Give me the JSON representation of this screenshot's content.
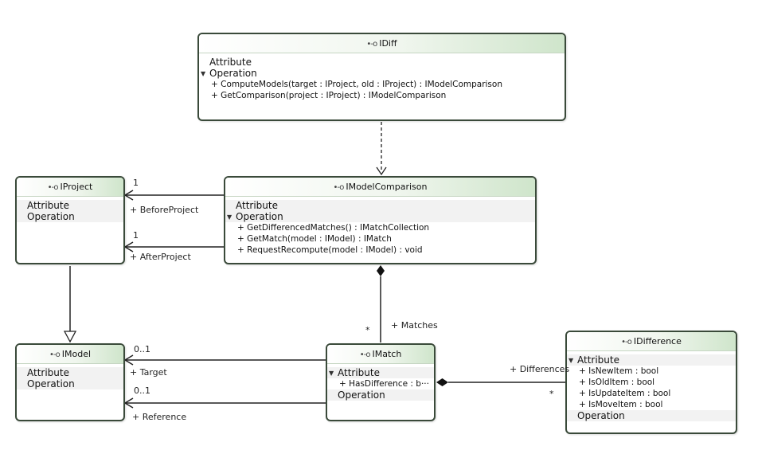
{
  "section_labels": {
    "attribute": "Attribute",
    "operation": "Operation"
  },
  "icon": "interface-icon",
  "classes": {
    "idiff": {
      "name": "IDiff",
      "operations": [
        "+ ComputeModels(target : IProject, old : IProject) : IModelComparison",
        "+ GetComparison(project : IProject) : IModelComparison"
      ]
    },
    "iproject": {
      "name": "IProject"
    },
    "imodelcomparison": {
      "name": "IModelComparison",
      "operations": [
        "+ GetDifferencedMatches() : IMatchCollection",
        "+ GetMatch(model : IModel) : IMatch",
        "+ RequestRecompute(model : IModel) : void"
      ]
    },
    "imodel": {
      "name": "IModel"
    },
    "imatch": {
      "name": "IMatch",
      "attributes": [
        "+ HasDifference : b···"
      ]
    },
    "idifference": {
      "name": "IDifference",
      "attributes": [
        "+ IsNewItem : bool",
        "+ IsOldItem : bool",
        "+ IsUpdateItem : bool",
        "+ IsMoveItem : bool"
      ]
    }
  },
  "edge_labels": {
    "before_mult": "1",
    "before_role": "+ BeforeProject",
    "after_mult": "1",
    "after_role": "+ AfterProject",
    "matches_mult": "*",
    "matches_role": "+ Matches",
    "target_mult": "0..1",
    "target_role": "+ Target",
    "reference_mult": "0..1",
    "reference_role": "+ Reference",
    "differences_role": "+ Differences",
    "differences_mult": "*"
  }
}
